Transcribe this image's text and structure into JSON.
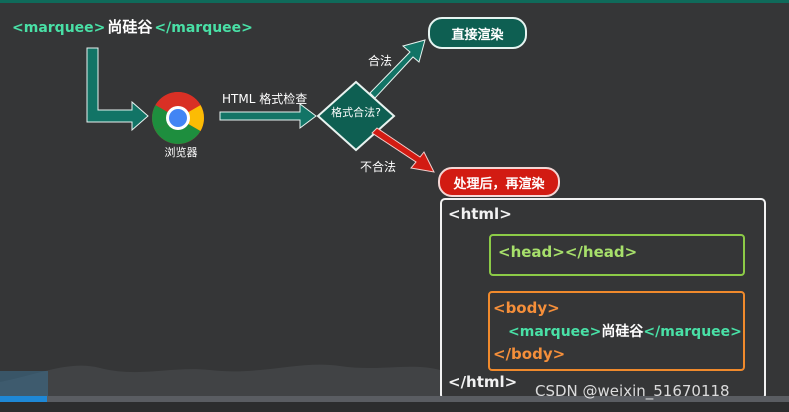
{
  "header": {
    "tag_open": "<marquee>",
    "text": "尚硅谷",
    "tag_close": "</marquee>"
  },
  "browser": {
    "label": "浏览器",
    "icon": "chrome-icon"
  },
  "flow": {
    "check_label": "HTML 格式检查",
    "decision": "格式合法?",
    "valid_label": "合法",
    "invalid_label": "不合法",
    "render_direct": "直接渲染",
    "render_fixed": "处理后，再渲染"
  },
  "code": {
    "html_open": "<html>",
    "head_line": "<head></head>",
    "body_open": "<body>",
    "marquee_open": "<marquee>",
    "marquee_text": "尚硅谷",
    "marquee_close": "</marquee>",
    "body_close": "</body>",
    "html_close": "</html>"
  },
  "video": {
    "progress": 0.06
  },
  "watermark": "CSDN @weixin_51670118",
  "colors": {
    "background": "#353637",
    "teal": "#0e5f52",
    "teal_arrow": "#127466",
    "red": "#d21b12",
    "tag_green": "#49e0a6",
    "head_green": "#8ccb47",
    "body_orange": "#f08a2c",
    "progress_blue": "#1e88d6"
  }
}
